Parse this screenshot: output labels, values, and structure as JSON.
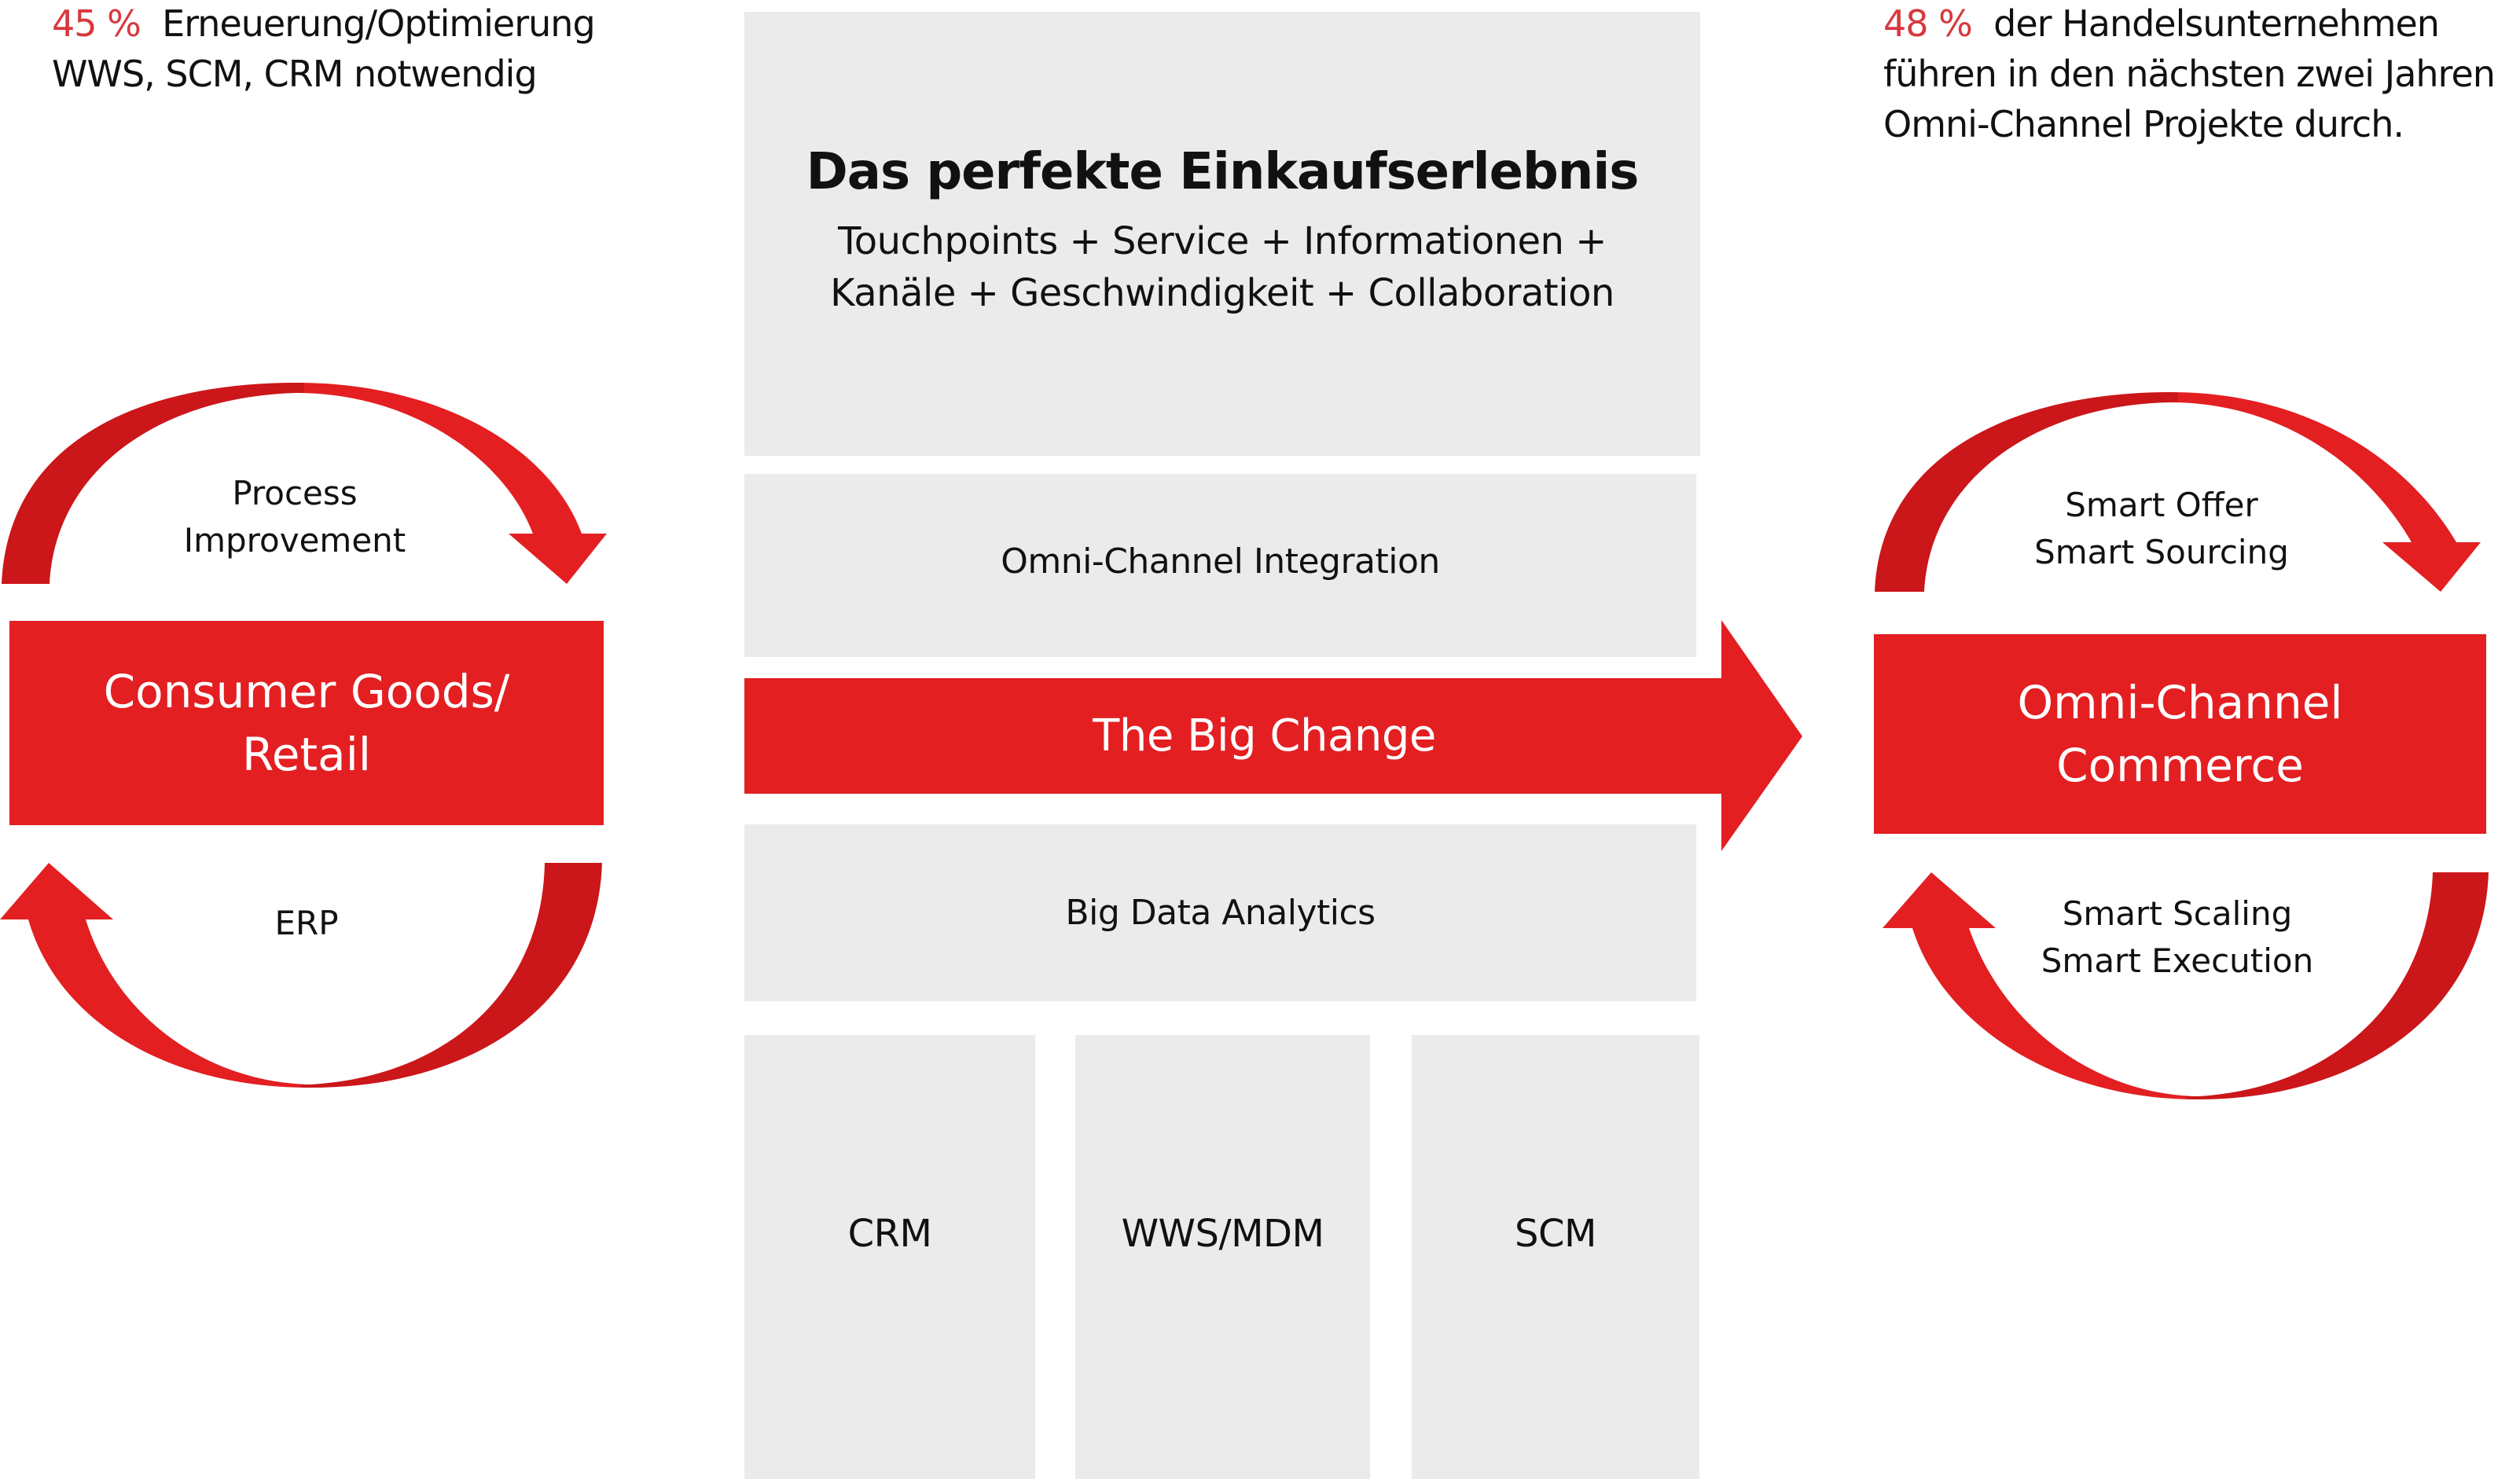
{
  "colors": {
    "red": "#E31F22",
    "dark_red": "#CB161A",
    "gray_panel": "#EBEBEB",
    "stat_highlight": "#D7383E"
  },
  "left_stat": {
    "percent": "45 %",
    "line1_rest": "Erneuerung/Optimierung",
    "line2": "WWS,  SCM,  CRM  notwendig"
  },
  "right_stat": {
    "percent": "48 %",
    "line1_rest": "der Handelsunternehmen",
    "line2": "führen  in   den  nächsten  zwei Jahren",
    "line3": "Omni-Channel  Projekte durch."
  },
  "left_cycle": {
    "box_line1": "Consumer Goods/",
    "box_line2": "Retail",
    "top_label_line1": "Process",
    "top_label_line2": "Improvement",
    "bottom_label": "ERP",
    "top_arrow_icon": "curved-arrow-clockwise-icon",
    "bottom_arrow_icon": "curved-arrow-return-icon"
  },
  "right_cycle": {
    "box_line1": "Omni-Channel",
    "box_line2": "Commerce",
    "top_label_line1": "Smart  Offer",
    "top_label_line2": "Smart  Sourcing",
    "bottom_label_line1": "Smart  Scaling",
    "bottom_label_line2": "Smart  Execution",
    "top_arrow_icon": "curved-arrow-clockwise-icon",
    "bottom_arrow_icon": "curved-arrow-return-icon"
  },
  "center": {
    "headline": "Das perfekte Einkaufserlebnis",
    "subline1": "Touchpoints  + Service  + Informationen  +",
    "subline2": "Kanäle + Geschwindigkeit  + Collaboration",
    "band_integration": "Omni-Channel  Integration",
    "big_change": "The  Big  Change",
    "band_analytics": "Big  Data Analytics",
    "pillars": [
      "CRM",
      "WWS/MDM",
      "SCM"
    ],
    "arrow_icon": "big-right-arrow-icon"
  }
}
